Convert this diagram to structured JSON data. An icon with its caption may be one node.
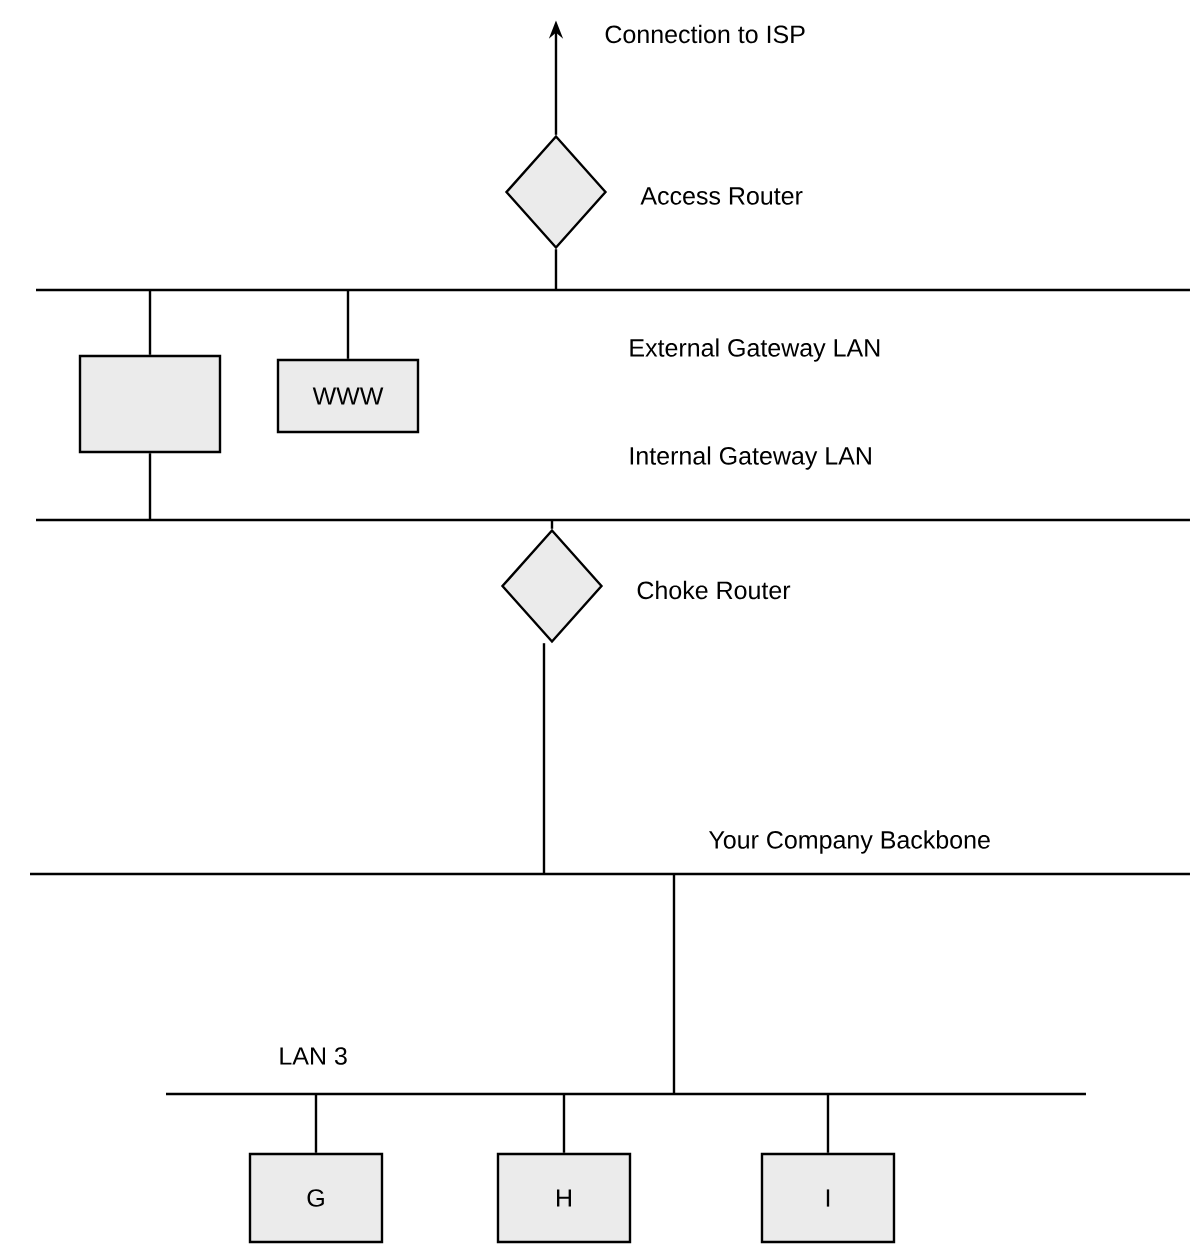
{
  "diagram": {
    "nodes": [
      {
        "text": [
          "Connection to ISP"
        ]
      },
      {
        "text": [],
        "shape": "diamond",
        "beside": [
          "Access Router"
        ]
      },
      {
        "text": [
          "External Gateway LAN"
        ]
      },
      {
        "text": [],
        "shape": "box"
      },
      {
        "text": [
          "WWW"
        ]
      },
      {
        "text": [
          "Internal Gateway LAN"
        ]
      },
      {
        "text": [],
        "shape": "diamond",
        "beside": [
          "Choke Router"
        ]
      },
      {
        "text": [
          "Your Company Backbone"
        ]
      },
      {
        "text": [
          "LAN 3"
        ]
      },
      {
        "text": [
          "G"
        ]
      },
      {
        "text": [
          "H"
        ]
      },
      {
        "text": [
          "I"
        ]
      }
    ],
    "edges": [
      {
        "from": 1,
        "to": 0,
        "arrow": "to"
      },
      {
        "from": 1,
        "to": 2,
        "arrow": "none"
      },
      {
        "from": 3,
        "to": 2,
        "arrow": "none"
      },
      {
        "from": 3,
        "to": 5,
        "arrow": "none"
      },
      {
        "from": 4,
        "to": 2,
        "arrow": "none"
      },
      {
        "from": 6,
        "to": 5,
        "arrow": "none"
      },
      {
        "from": 6,
        "to": 7,
        "arrow": "none"
      },
      {
        "from": 8,
        "to": 7,
        "arrow": "none"
      },
      {
        "from": 9,
        "to": 8,
        "arrow": "none"
      },
      {
        "from": 10,
        "to": 8,
        "arrow": "none"
      },
      {
        "from": 11,
        "to": 8,
        "arrow": "none"
      }
    ]
  }
}
